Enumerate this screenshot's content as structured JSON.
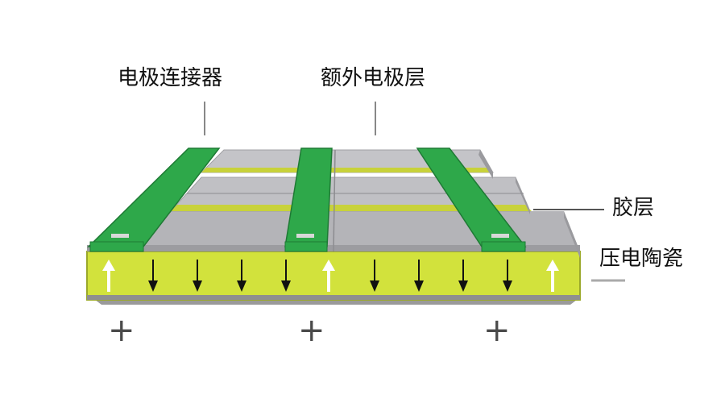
{
  "labels": {
    "electrode_connector": "电极连接器",
    "extra_electrode_layer": "额外电极层",
    "glue_layer": "胶层",
    "piezo_ceramic": "压电陶瓷"
  },
  "polarity": [
    "+",
    "+",
    "+"
  ],
  "colors": {
    "connector_green": "#2ea84a",
    "connector_edge": "#1e7a34",
    "electrode_gray": "#b4b4b8",
    "glue_yellow": "#c8d23a",
    "ceramic_yellow": "#d2e23c",
    "arrow_dark": "#111111",
    "arrow_white": "#ffffff"
  }
}
